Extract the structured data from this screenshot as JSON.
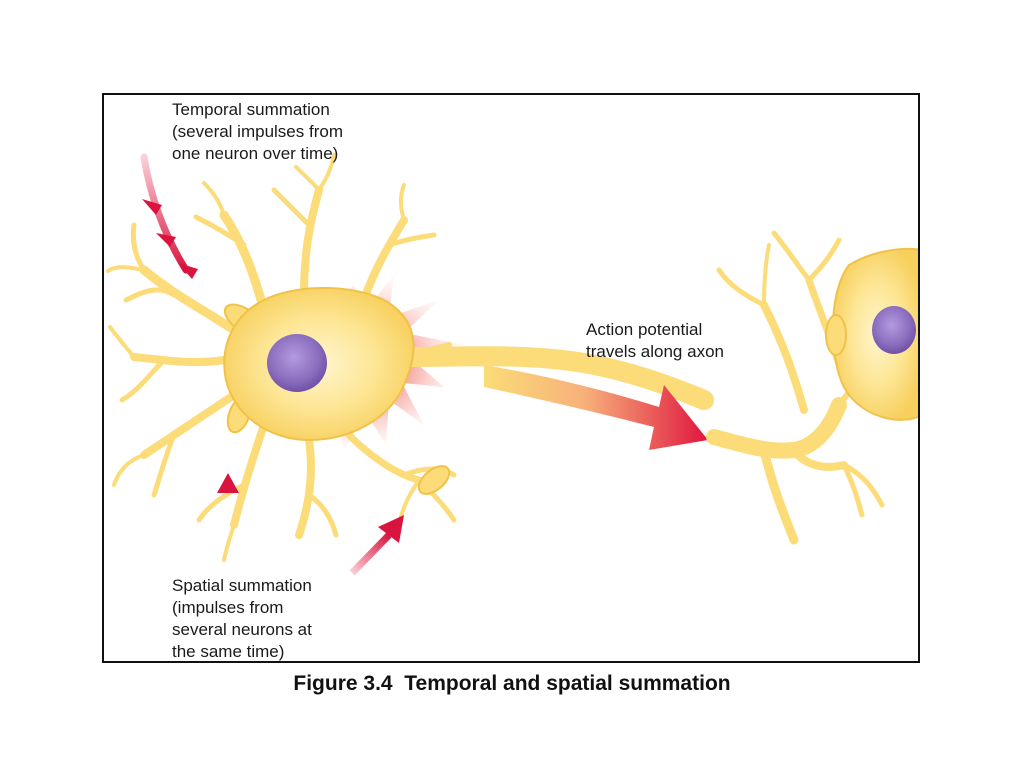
{
  "labels": {
    "temporal": [
      "Temporal summation",
      "(several impulses from",
      "one neuron over time)"
    ],
    "action_potential": [
      "Action potential",
      "travels along axon"
    ],
    "spatial": [
      "Spatial summation",
      "(impulses from",
      "several neurons at",
      "the same time)"
    ]
  },
  "caption": "Figure 3.4  Temporal and spatial summation",
  "colors": {
    "neuron_fill": "#fbdc78",
    "neuron_edge": "#f1c24a",
    "neuron_center": "#fdf0b8",
    "nucleus": "#8a6cbd",
    "impulse": "#d9153f",
    "burst": "#f59b95",
    "frame": "#111111"
  }
}
